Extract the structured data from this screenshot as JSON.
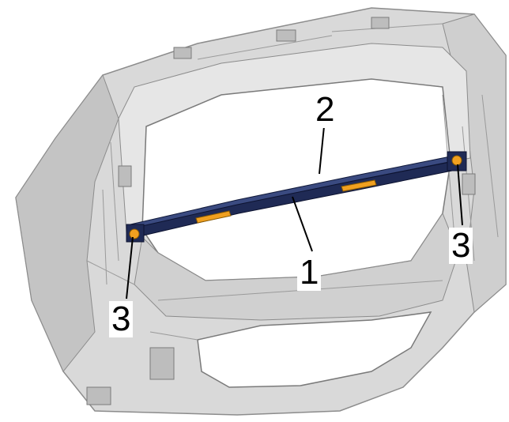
{
  "callouts": {
    "bracket": "1",
    "trim_strip": "2",
    "fastener_left": "3",
    "fastener_right": "3"
  },
  "colors": {
    "background": "#ffffff",
    "housing": "#d9d9d9",
    "housing_dark": "#a6a6a6",
    "housing_light": "#ededed",
    "bracket": "#1f2a55",
    "clip": "#f0a020",
    "leader": "#000000"
  }
}
